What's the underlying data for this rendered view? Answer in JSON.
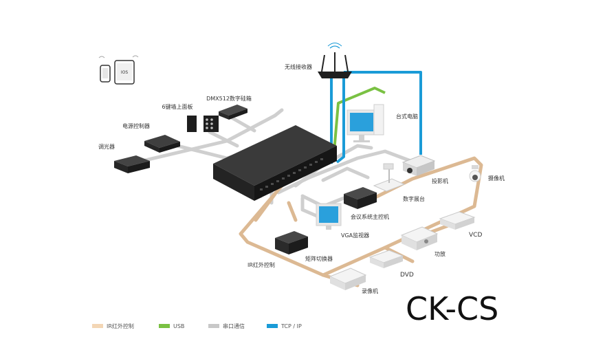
{
  "labels": {
    "wireless_receiver": "无线接收器",
    "dmx512": "DMX512数字硅箱",
    "wall_panel": "6键墙上面板",
    "power_controller": "电源控制器",
    "dimmer": "调光器",
    "desktop_pc": "台式电脑",
    "projector": "投影机",
    "camera": "摄像机",
    "document_camera": "数字展台",
    "conference_host": "会议系统主控机",
    "vga_monitor": "VGA监视器",
    "matrix_switcher": "矩阵切换器",
    "ir_control": "IR红外控制",
    "vcd": "VCD",
    "amplifier": "功放",
    "dvd": "DVD",
    "vcr": "录像机",
    "ios": "IOS"
  },
  "brand": "CK-CS",
  "legend": [
    {
      "label": "IR红外控制",
      "color": "#f3d6b5"
    },
    {
      "label": "USB",
      "color": "#7ac143"
    },
    {
      "label": "串口通信",
      "color": "#c8c8c8"
    },
    {
      "label": "TCP / IP",
      "color": "#1a9bd7"
    }
  ],
  "colors": {
    "ir": "#d9b58c",
    "usb": "#7ac143",
    "serial": "#c8c8c8",
    "tcpip": "#1a9bd7"
  }
}
